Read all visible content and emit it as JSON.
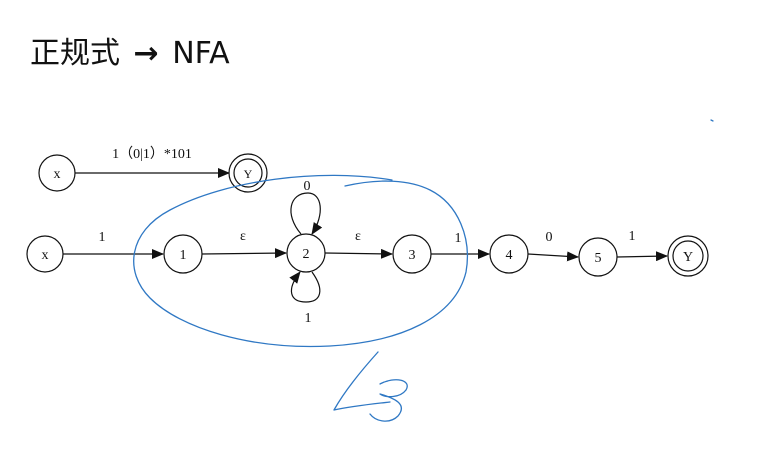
{
  "slide": {
    "title_left": "正规式",
    "title_arrow": "→",
    "title_right": "NFA"
  },
  "colors": {
    "ink": "#111111",
    "annotation": "#2f78c4"
  },
  "top_diagram": {
    "start_state": "x",
    "end_state": "Y",
    "edge_label": "1（0|1）*101"
  },
  "nfa": {
    "states": [
      "x",
      "1",
      "2",
      "3",
      "4",
      "5",
      "Y"
    ],
    "edges": [
      {
        "from": "x",
        "to": "1",
        "label": "1"
      },
      {
        "from": "1",
        "to": "2",
        "label": "ε"
      },
      {
        "from": "2",
        "to": "3",
        "label": "ε"
      },
      {
        "from": "3",
        "to": "4",
        "label": "1"
      },
      {
        "from": "4",
        "to": "5",
        "label": "0"
      },
      {
        "from": "5",
        "to": "Y",
        "label": "1"
      }
    ],
    "self_loops": [
      {
        "state": "2",
        "label": "0"
      },
      {
        "state": "2",
        "label": "1"
      }
    ]
  }
}
